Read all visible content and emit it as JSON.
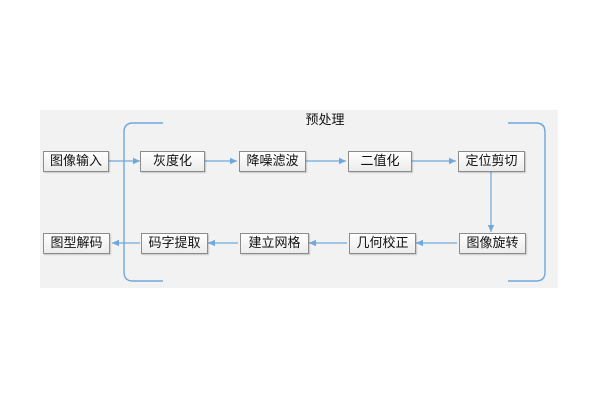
{
  "diagram": {
    "group_label": "预处理",
    "nodes": {
      "input": "图像输入",
      "grayscale": "灰度化",
      "denoise": "降噪滤波",
      "binarize": "二值化",
      "locate_crop": "定位剪切",
      "rotate": "图像旋转",
      "geometric_correct": "几何校正",
      "build_grid": "建立网格",
      "extract_modules": "码字提取",
      "decode": "图型解码"
    },
    "edges": [
      [
        "input",
        "grayscale"
      ],
      [
        "grayscale",
        "denoise"
      ],
      [
        "denoise",
        "binarize"
      ],
      [
        "binarize",
        "locate_crop"
      ],
      [
        "locate_crop",
        "rotate"
      ],
      [
        "rotate",
        "geometric_correct"
      ],
      [
        "geometric_correct",
        "build_grid"
      ],
      [
        "build_grid",
        "extract_modules"
      ],
      [
        "extract_modules",
        "decode"
      ]
    ],
    "colors": {
      "panel_bg": "#f2f2f2",
      "node_border": "#8c8c8c",
      "arrow": "#6fa8dc",
      "bracket": "#6fa8dc"
    }
  }
}
